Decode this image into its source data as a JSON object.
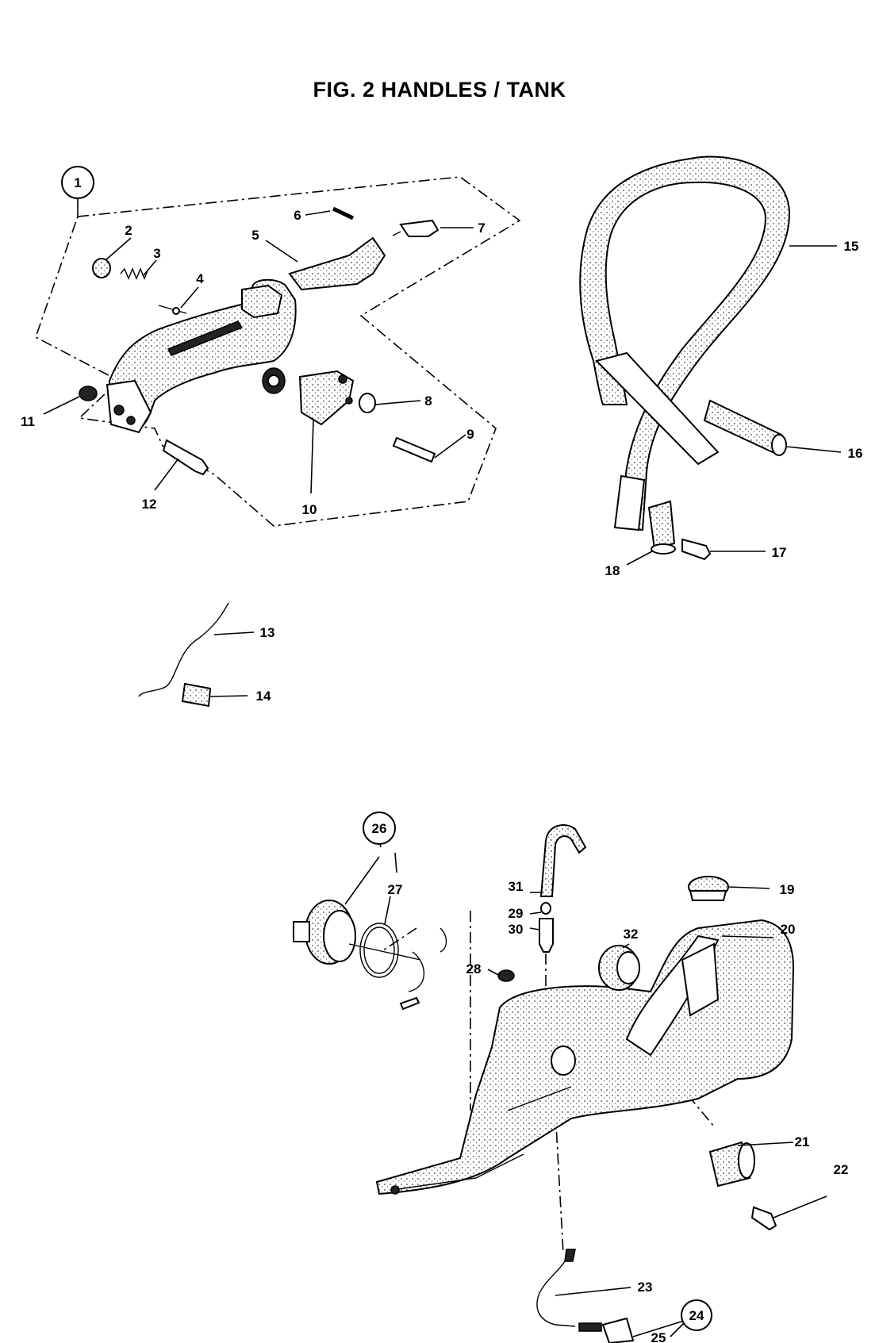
{
  "title": "FIG. 2 HANDLES / TANK",
  "callouts": [
    {
      "id": "1",
      "label": "1",
      "circled": true
    },
    {
      "id": "2",
      "label": "2"
    },
    {
      "id": "3",
      "label": "3"
    },
    {
      "id": "4",
      "label": "4"
    },
    {
      "id": "5",
      "label": "5"
    },
    {
      "id": "6",
      "label": "6"
    },
    {
      "id": "7",
      "label": "7"
    },
    {
      "id": "8",
      "label": "8"
    },
    {
      "id": "9",
      "label": "9"
    },
    {
      "id": "10",
      "label": "10"
    },
    {
      "id": "11",
      "label": "11"
    },
    {
      "id": "12",
      "label": "12"
    },
    {
      "id": "13",
      "label": "13"
    },
    {
      "id": "14",
      "label": "14"
    },
    {
      "id": "15",
      "label": "15"
    },
    {
      "id": "16",
      "label": "16"
    },
    {
      "id": "17",
      "label": "17"
    },
    {
      "id": "18",
      "label": "18"
    },
    {
      "id": "19",
      "label": "19"
    },
    {
      "id": "20",
      "label": "20"
    },
    {
      "id": "21",
      "label": "21"
    },
    {
      "id": "22",
      "label": "22"
    },
    {
      "id": "23",
      "label": "23"
    },
    {
      "id": "24",
      "label": "24",
      "circled": true
    },
    {
      "id": "25",
      "label": "25"
    },
    {
      "id": "26",
      "label": "26",
      "circled": true
    },
    {
      "id": "27",
      "label": "27"
    },
    {
      "id": "28",
      "label": "28"
    },
    {
      "id": "29",
      "label": "29"
    },
    {
      "id": "30",
      "label": "30"
    },
    {
      "id": "31",
      "label": "31"
    },
    {
      "id": "32",
      "label": "32"
    }
  ]
}
